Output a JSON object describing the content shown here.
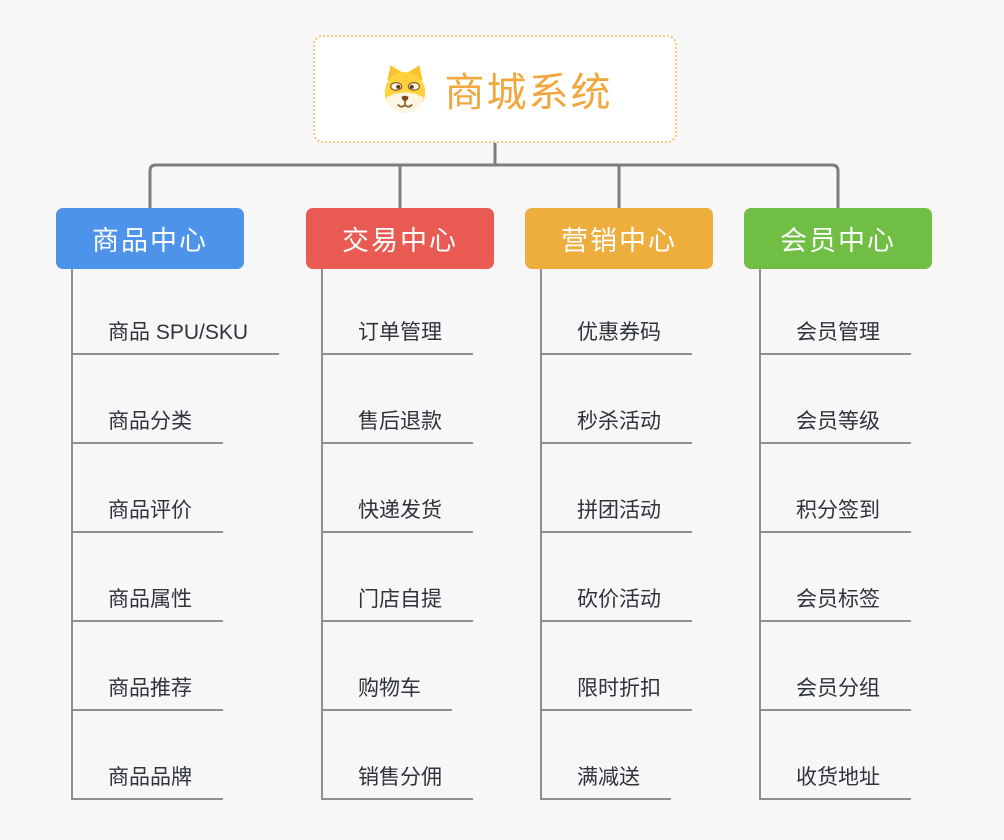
{
  "root": {
    "title": "商城系统",
    "icon": "dog-face-icon",
    "title_color": "#f1a73d",
    "border_color": "#f7c879"
  },
  "connector_color": "#7d7d7d",
  "line_color": "#8e8e8e",
  "branches": [
    {
      "label": "商品中心",
      "color": "#4c93e9",
      "children": [
        "商品 SPU/SKU",
        "商品分类",
        "商品评价",
        "商品属性",
        "商品推荐",
        "商品品牌"
      ]
    },
    {
      "label": "交易中心",
      "color": "#e95b52",
      "children": [
        "订单管理",
        "售后退款",
        "快递发货",
        "门店自提",
        "购物车",
        "销售分佣"
      ]
    },
    {
      "label": "营销中心",
      "color": "#eeae3e",
      "children": [
        "优惠券码",
        "秒杀活动",
        "拼团活动",
        "砍价活动",
        "限时折扣",
        "满减送"
      ]
    },
    {
      "label": "会员中心",
      "color": "#70bf44",
      "children": [
        "会员管理",
        "会员等级",
        "积分签到",
        "会员标签",
        "会员分组",
        "收货地址"
      ]
    }
  ]
}
